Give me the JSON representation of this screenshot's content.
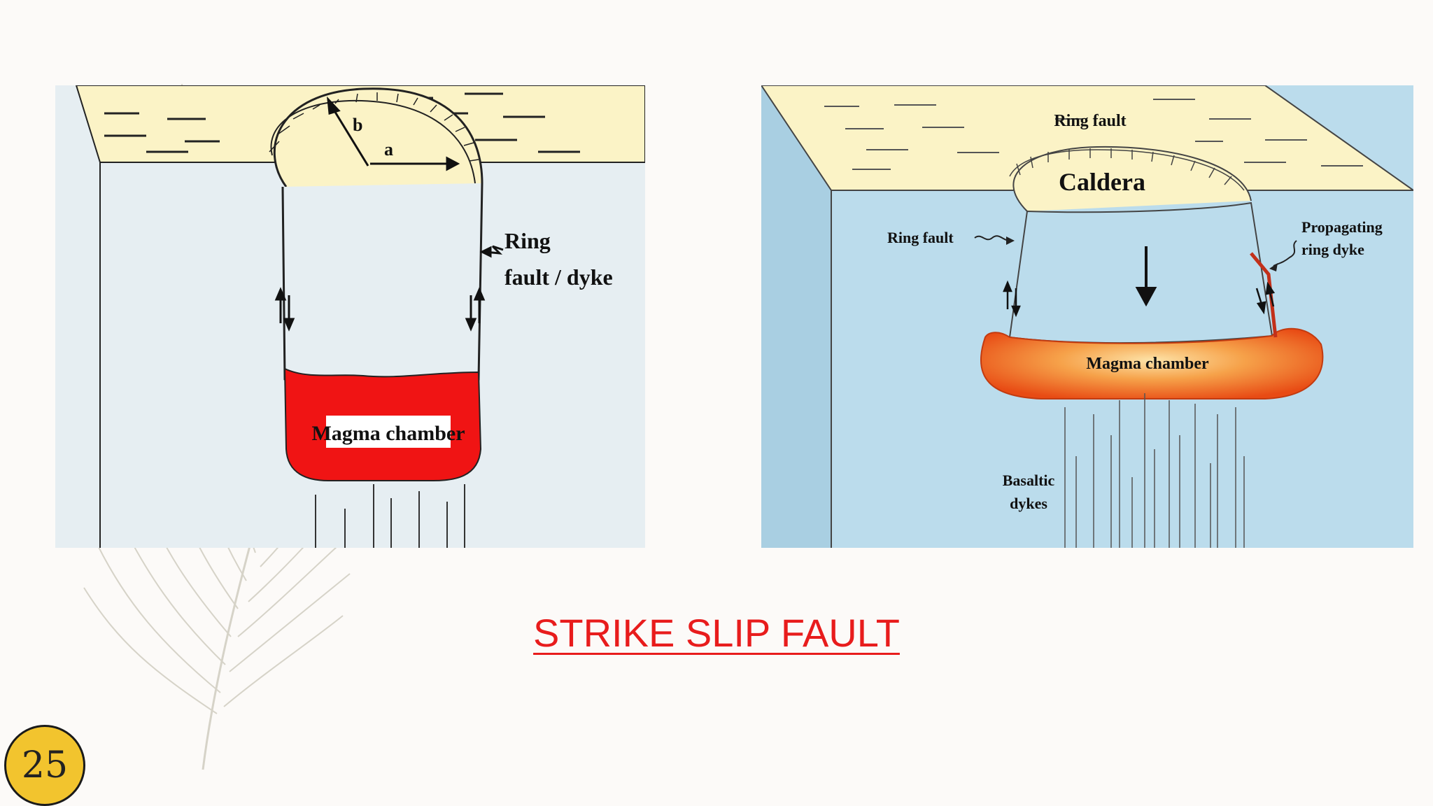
{
  "slide": {
    "title": "STRIKE SLIP FAULT",
    "page_number": "25"
  },
  "left_diagram": {
    "label_b": "b",
    "label_a": "a",
    "label_ring_fault_line1": "Ring",
    "label_ring_fault_line2": "fault / dyke",
    "label_magma_chamber": "Magma chamber"
  },
  "right_diagram": {
    "label_ring_fault_top": "Ring fault",
    "label_caldera": "Caldera",
    "label_ring_fault_left": "Ring fault",
    "label_propagating_line1": "Propagating",
    "label_propagating_line2": "ring dyke",
    "label_magma_chamber": "Magma chamber",
    "label_basaltic_line1": "Basaltic",
    "label_basaltic_line2": "dykes"
  },
  "colors": {
    "title": "#e81c1c",
    "badge": "#f2c42e",
    "surface": "#fbf3c6",
    "magma_left": "#f01414",
    "magma_right": "#f0641e"
  },
  "decorations": {
    "background": "feather-icon"
  }
}
